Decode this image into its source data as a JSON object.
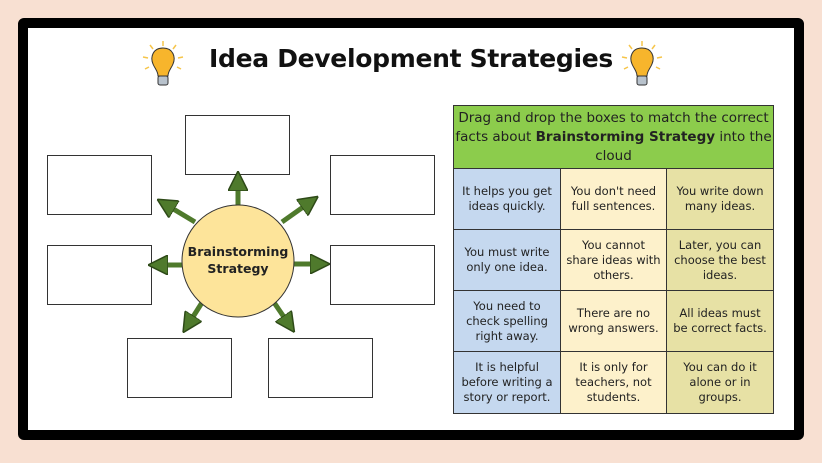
{
  "title": "Idea Development Strategies",
  "icons": {
    "left": "lightbulb-icon",
    "right": "lightbulb-icon"
  },
  "diagram": {
    "center_line1": "Brainstorming",
    "center_line2": "Strategy",
    "drop_box_count": 7
  },
  "instructions": {
    "before": "Drag and drop the boxes to match the correct facts about ",
    "bold": "Brainstorming Strategy",
    "after": " into the cloud"
  },
  "cards": [
    [
      "It helps you get ideas quickly.",
      "You don't need full sentences.",
      "You write down many ideas."
    ],
    [
      "You must write only one idea.",
      "You cannot share ideas with others.",
      "Later, you can choose the best ideas."
    ],
    [
      "You need to check spelling right away.",
      "There are no wrong answers.",
      "All ideas must be correct facts."
    ],
    [
      "It is helpful before writing a story or report.",
      "It is only for teachers, not students.",
      "You can do it alone or in groups."
    ]
  ],
  "colors": {
    "header": "#8ccc4c",
    "col1": "#c5d8ef",
    "col2": "#fdf1cb",
    "col3": "#e7e1a5",
    "arrow": "#4f7a2c",
    "circle": "#fde49a"
  }
}
